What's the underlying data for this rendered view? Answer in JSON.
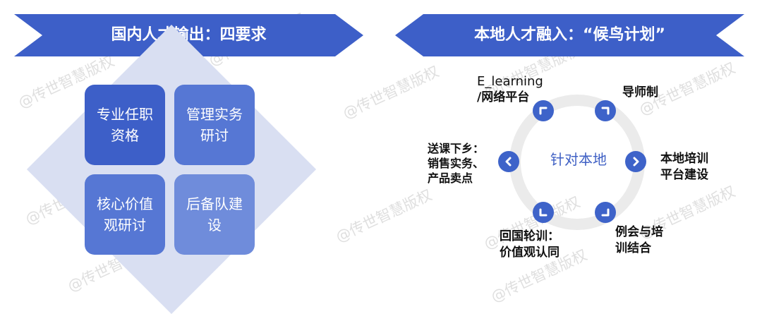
{
  "left": {
    "banner_title": "国内人才输出：四要求",
    "tiles": {
      "tl": "专业任职资格",
      "tr": "管理实务研讨",
      "bl": "核心价值观研讨",
      "br": "后备队建设"
    }
  },
  "right": {
    "banner_title": "本地人才融入：“候鸟计划”",
    "center": "针对本地",
    "labels": {
      "top_left": [
        "E_learning",
        "/网络平台"
      ],
      "top_right": [
        "导师制"
      ],
      "right": [
        "本地培训",
        "平台建设"
      ],
      "bottom_right": [
        "例会与培",
        "训结合"
      ],
      "bottom_left": [
        "回国轮训：",
        "价值观认同"
      ],
      "left": [
        "送课下乡：",
        "销售实务、",
        "产品卖点"
      ]
    }
  },
  "watermark": "@传世智慧版权",
  "colors": {
    "banner": "#3d5fc8",
    "tile_dark": "#3d5fc8",
    "tile_mid": "#5677d4",
    "tile_light": "#6f8cdb",
    "node": "#3e63c9",
    "center_text": "#3f60c4"
  },
  "icons": {
    "nodes": [
      "chevron-up-left-icon",
      "chevron-up-right-icon",
      "chevron-right-icon",
      "chevron-down-right-icon",
      "chevron-down-left-icon",
      "chevron-left-icon"
    ]
  }
}
